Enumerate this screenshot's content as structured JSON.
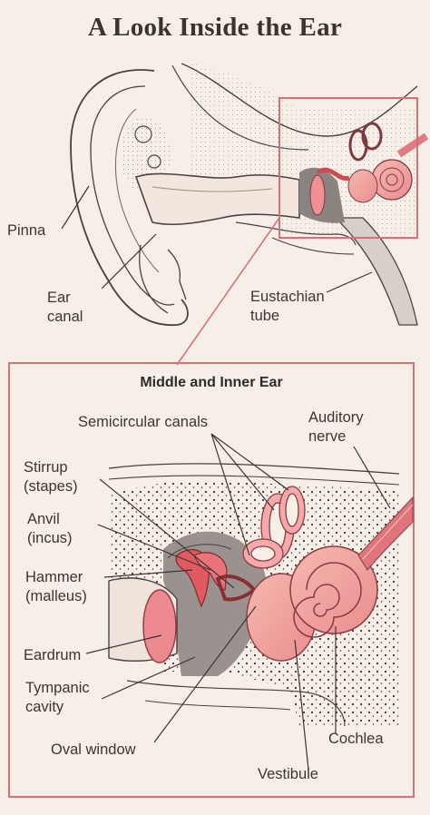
{
  "title": "A Look Inside the Ear",
  "labels": {
    "pinna": "Pinna",
    "ear_canal_1": "Ear",
    "ear_canal_2": "canal",
    "eustachian_1": "Eustachian",
    "eustachian_2": "tube"
  },
  "inset": {
    "title": "Middle and Inner Ear",
    "labels": {
      "semicircular": "Semicircular canals",
      "auditory_1": "Auditory",
      "auditory_2": "nerve",
      "stirrup_1": "Stirrup",
      "stirrup_2": "(stapes)",
      "anvil_1": "Anvil",
      "anvil_2": "(incus)",
      "hammer_1": "Hammer",
      "hammer_2": "(malleus)",
      "eardrum": "Eardrum",
      "tympanic_1": "Tympanic",
      "tympanic_2": "cavity",
      "oval_window": "Oval window",
      "cochlea": "Cochlea",
      "vestibule": "Vestibule"
    }
  },
  "colors": {
    "background": "#f6efe8",
    "frame": "#d8707a",
    "tissue": "#f0a0a0",
    "ossicles": "#e06060",
    "line": "#4a4040"
  }
}
